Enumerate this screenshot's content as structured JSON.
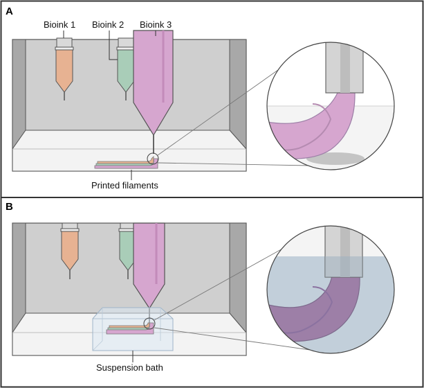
{
  "panel_a": {
    "letter": "A",
    "bioink_1": "Bioink 1",
    "bioink_2": "Bioink 2",
    "bioink_3": "Bioink 3",
    "caption": "Printed filaments"
  },
  "panel_b": {
    "letter": "B",
    "caption": "Suspension bath"
  },
  "colors": {
    "bioink_1": "#e7b292",
    "bioink_2": "#a9cdb8",
    "bioink_3": "#d6a6cf",
    "chamber_wall": "#cfcfcf",
    "chamber_side": "#9a9a9a",
    "floor": "#f3f3f3",
    "bath_fluid": "#c2cfda",
    "filament_dark": "#9d7fa7",
    "border": "#333333"
  }
}
